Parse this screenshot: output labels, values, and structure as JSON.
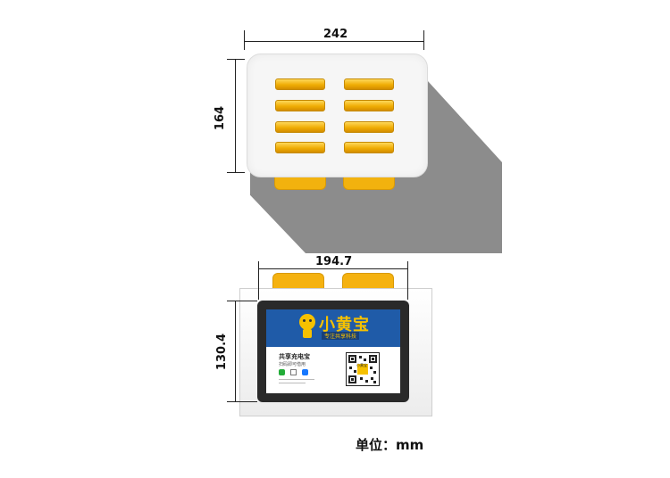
{
  "dimensions": {
    "top_width": "242",
    "top_height": "164",
    "front_width": "194.7",
    "front_height": "130.4"
  },
  "brand": {
    "name": "小黄宝",
    "slogan": "专注共享科技"
  },
  "panel": {
    "title": "共享充电宝",
    "subtitle": "扫码即可借用",
    "qr_label": "小黄宝"
  },
  "unit_label": "单位：mm",
  "colors": {
    "slot_yellow": "#f2b20e",
    "screen_blue": "#1f5ba8",
    "brand_yellow": "#f6c100",
    "shadow_gray": "#8c8c8c"
  }
}
